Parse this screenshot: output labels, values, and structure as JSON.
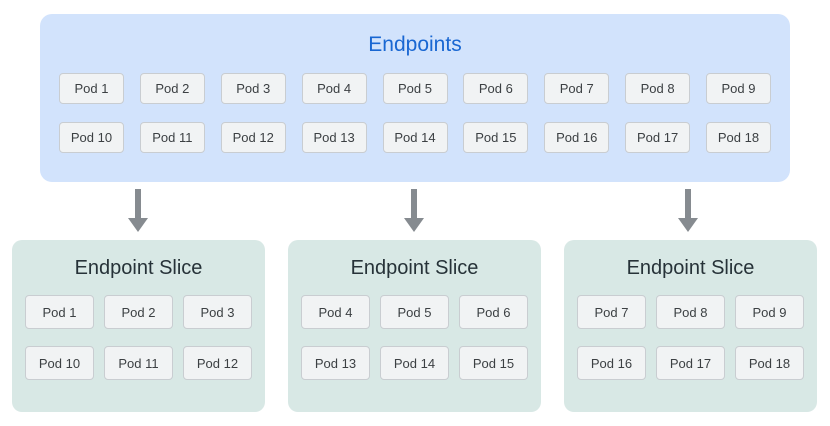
{
  "endpoints": {
    "title": "Endpoints",
    "row1": [
      "Pod 1",
      "Pod 2",
      "Pod 3",
      "Pod 4",
      "Pod 5",
      "Pod 6",
      "Pod 7",
      "Pod 8",
      "Pod 9"
    ],
    "row2": [
      "Pod 10",
      "Pod 11",
      "Pod 12",
      "Pod 13",
      "Pod 14",
      "Pod 15",
      "Pod 16",
      "Pod 17",
      "Pod 18"
    ]
  },
  "slices": [
    {
      "title": "Endpoint Slice",
      "row1": [
        "Pod 1",
        "Pod 2",
        "Pod 3"
      ],
      "row2": [
        "Pod 10",
        "Pod 11",
        "Pod 12"
      ]
    },
    {
      "title": "Endpoint Slice",
      "row1": [
        "Pod 4",
        "Pod 5",
        "Pod 6"
      ],
      "row2": [
        "Pod 13",
        "Pod 14",
        "Pod 15"
      ]
    },
    {
      "title": "Endpoint Slice",
      "row1": [
        "Pod 7",
        "Pod 8",
        "Pod 9"
      ],
      "row2": [
        "Pod 16",
        "Pod 17",
        "Pod 18"
      ]
    }
  ],
  "colors": {
    "endpoints_bg": "#d2e3fc",
    "endpoints_title": "#1967d2",
    "slice_bg": "#d8e8e5",
    "slice_title": "#263238",
    "pod_bg": "#f1f3f4",
    "pod_border": "#c9cdd1",
    "pod_text": "#3c4043",
    "arrow": "#868b90"
  }
}
